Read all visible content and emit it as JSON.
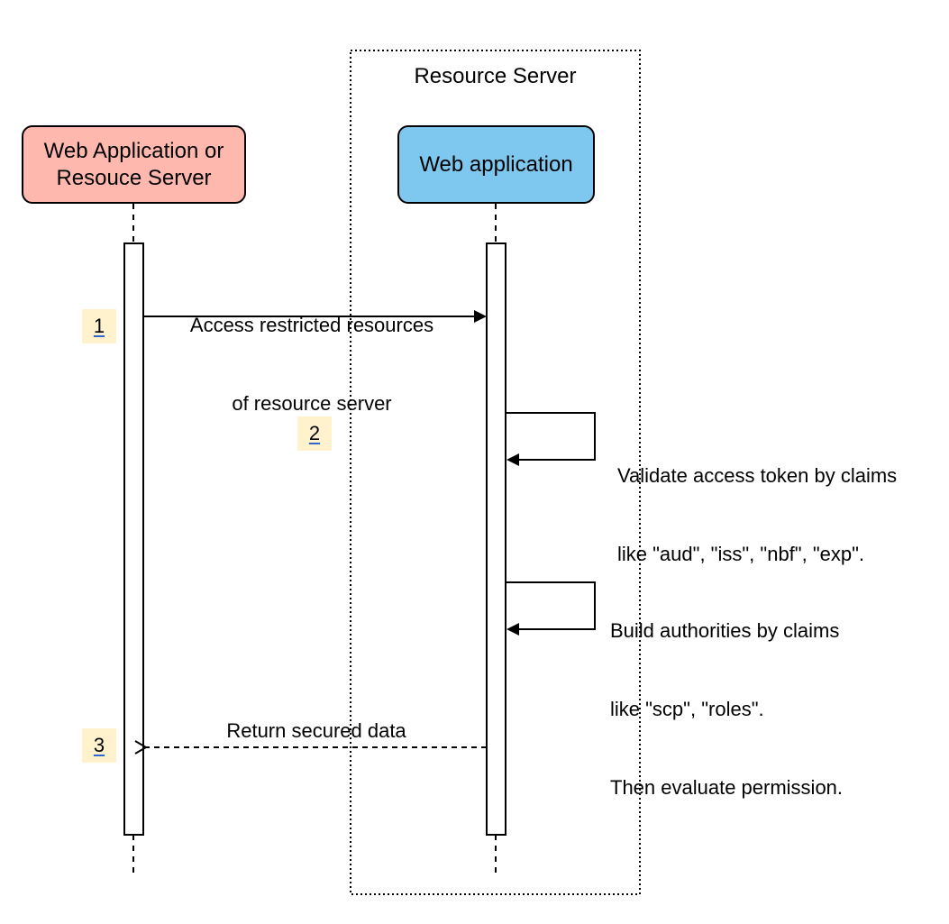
{
  "group": {
    "title": "Resource Server"
  },
  "actors": [
    {
      "id": "client",
      "line1": "Web Application or",
      "line2": "Resouce Server",
      "fill": "#ffb8ae"
    },
    {
      "id": "resource",
      "line1": "Web application",
      "fill": "#7ec8f0"
    }
  ],
  "messages": [
    {
      "id": "request",
      "line1": "Access restricted resources",
      "line2": "of resource server",
      "style": "solid"
    },
    {
      "id": "validate",
      "line1": "Validate access token by claims",
      "line2": "like \"aud\", \"iss\", \"nbf\", \"exp\".",
      "style": "self"
    },
    {
      "id": "authorities",
      "line1": "Build authorities by claims",
      "line2": "like \"scp\", \"roles\".",
      "line3": "Then evaluate permission.",
      "style": "self"
    },
    {
      "id": "response",
      "line1": "Return secured data",
      "style": "dashed"
    }
  ],
  "steps": [
    "1",
    "2",
    "3"
  ],
  "colors": {
    "step_bg": "#fff2cc",
    "link_underline": "#3366cc"
  }
}
